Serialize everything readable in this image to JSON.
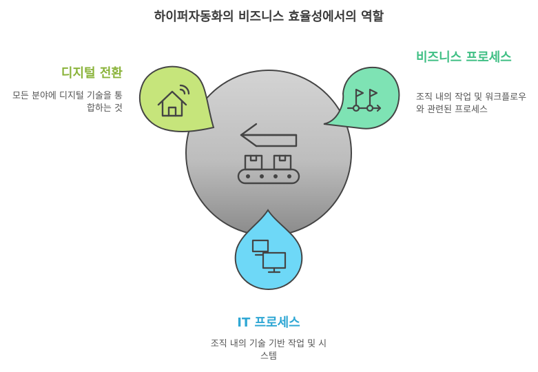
{
  "title": "하이퍼자동화의 비즈니스 효율성에서의 역할",
  "colors": {
    "center_circle_top": "#cfcfcf",
    "center_circle_bottom": "#8c8c8c",
    "digital": "#c6e57b",
    "business": "#7ee3b4",
    "it": "#6ed8f7",
    "outline": "#444444",
    "digital_label": "#8ab33a",
    "business_label": "#3fbf84",
    "it_label": "#2fa7d4"
  },
  "nodes": {
    "digital": {
      "label": "디지털 전환",
      "description": "모든 분야에 디지털 기술을 통합하는 것",
      "icon": "smart-home-icon"
    },
    "business": {
      "label": "비즈니스 프로세스",
      "description": "조직 내의 작업 및 워크플로우와 관련된 프로세스",
      "icon": "flag-route-icon"
    },
    "it": {
      "label": "IT 프로세스",
      "description": "조직 내의 기술 기반 작업 및 시스템",
      "icon": "computer-systems-icon"
    }
  },
  "center": {
    "icon": "conveyor-arrow-icon"
  }
}
